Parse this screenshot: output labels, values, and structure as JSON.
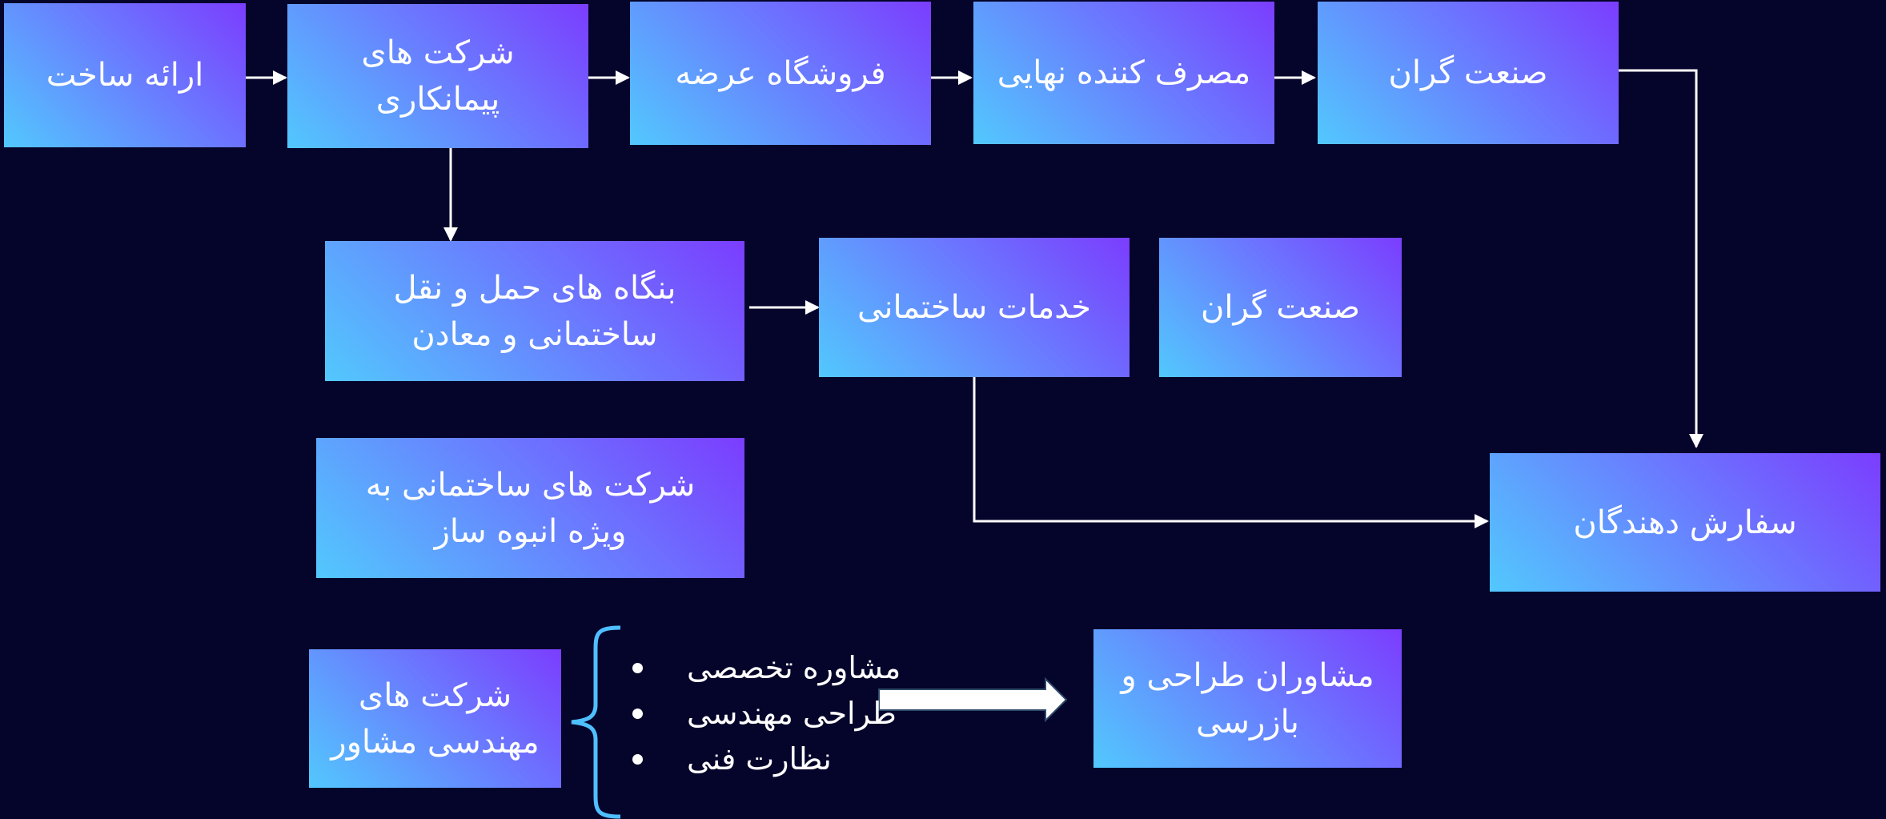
{
  "nodes": {
    "n1": "ارائه ساخت",
    "n2": "شرکت های پیمانکاری",
    "n3": "فروشگاه عرضه",
    "n4": "مصرف کننده نهایی",
    "n5": "صنعت گران",
    "n6": "بنگاه های حمل و نقل ساختمانی و معادن",
    "n7": "خدمات ساختمانی",
    "n8": "صنعت گران",
    "n9": "شرکت های ساختمانی به ویژه انبوه ساز",
    "n10": "سفارش دهندگان",
    "n11": "شرکت های مهندسی مشاور",
    "n12": "مشاوران طراحی و بازرسی"
  },
  "bullets": [
    "مشاوره تخصصی",
    "طراحی مهندسی",
    "نظارت فنی"
  ],
  "colors": {
    "background": "#05042b",
    "box_gradient_start": "#52c8fd",
    "box_gradient_end": "#7b3dfe",
    "connector": "#ffffff",
    "brace": "#4fbfff",
    "big_arrow_fill": "#ffffff",
    "big_arrow_stroke": "#2e4a68"
  }
}
